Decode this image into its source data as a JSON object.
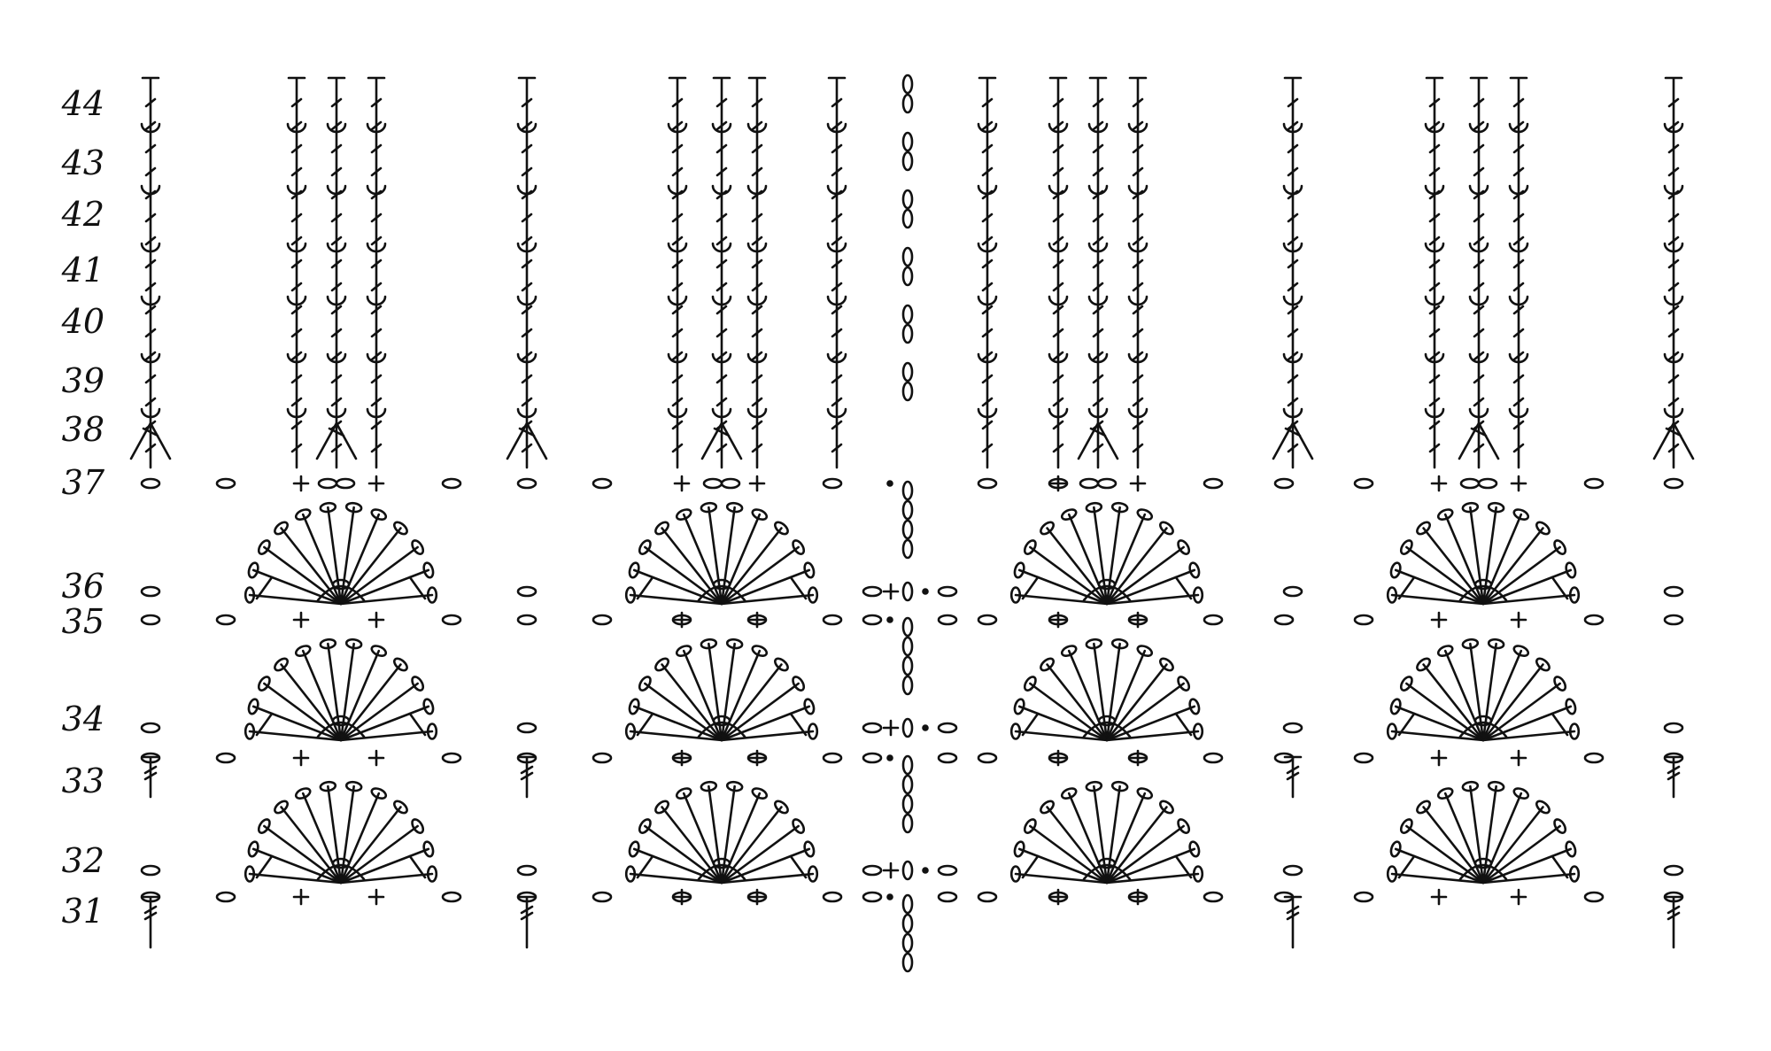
{
  "diagram": {
    "kind": "crochet-stitch-chart",
    "rows": [
      "31",
      "32",
      "33",
      "34",
      "35",
      "36",
      "37",
      "38",
      "39",
      "40",
      "41",
      "42",
      "43",
      "44"
    ],
    "ink_color": "#111111",
    "background": "#ffffff",
    "stitch_symbols": [
      "chain-oval",
      "single-crochet-plus",
      "double-crochet-post",
      "slip-stitch-dot",
      "fan-shell"
    ]
  }
}
